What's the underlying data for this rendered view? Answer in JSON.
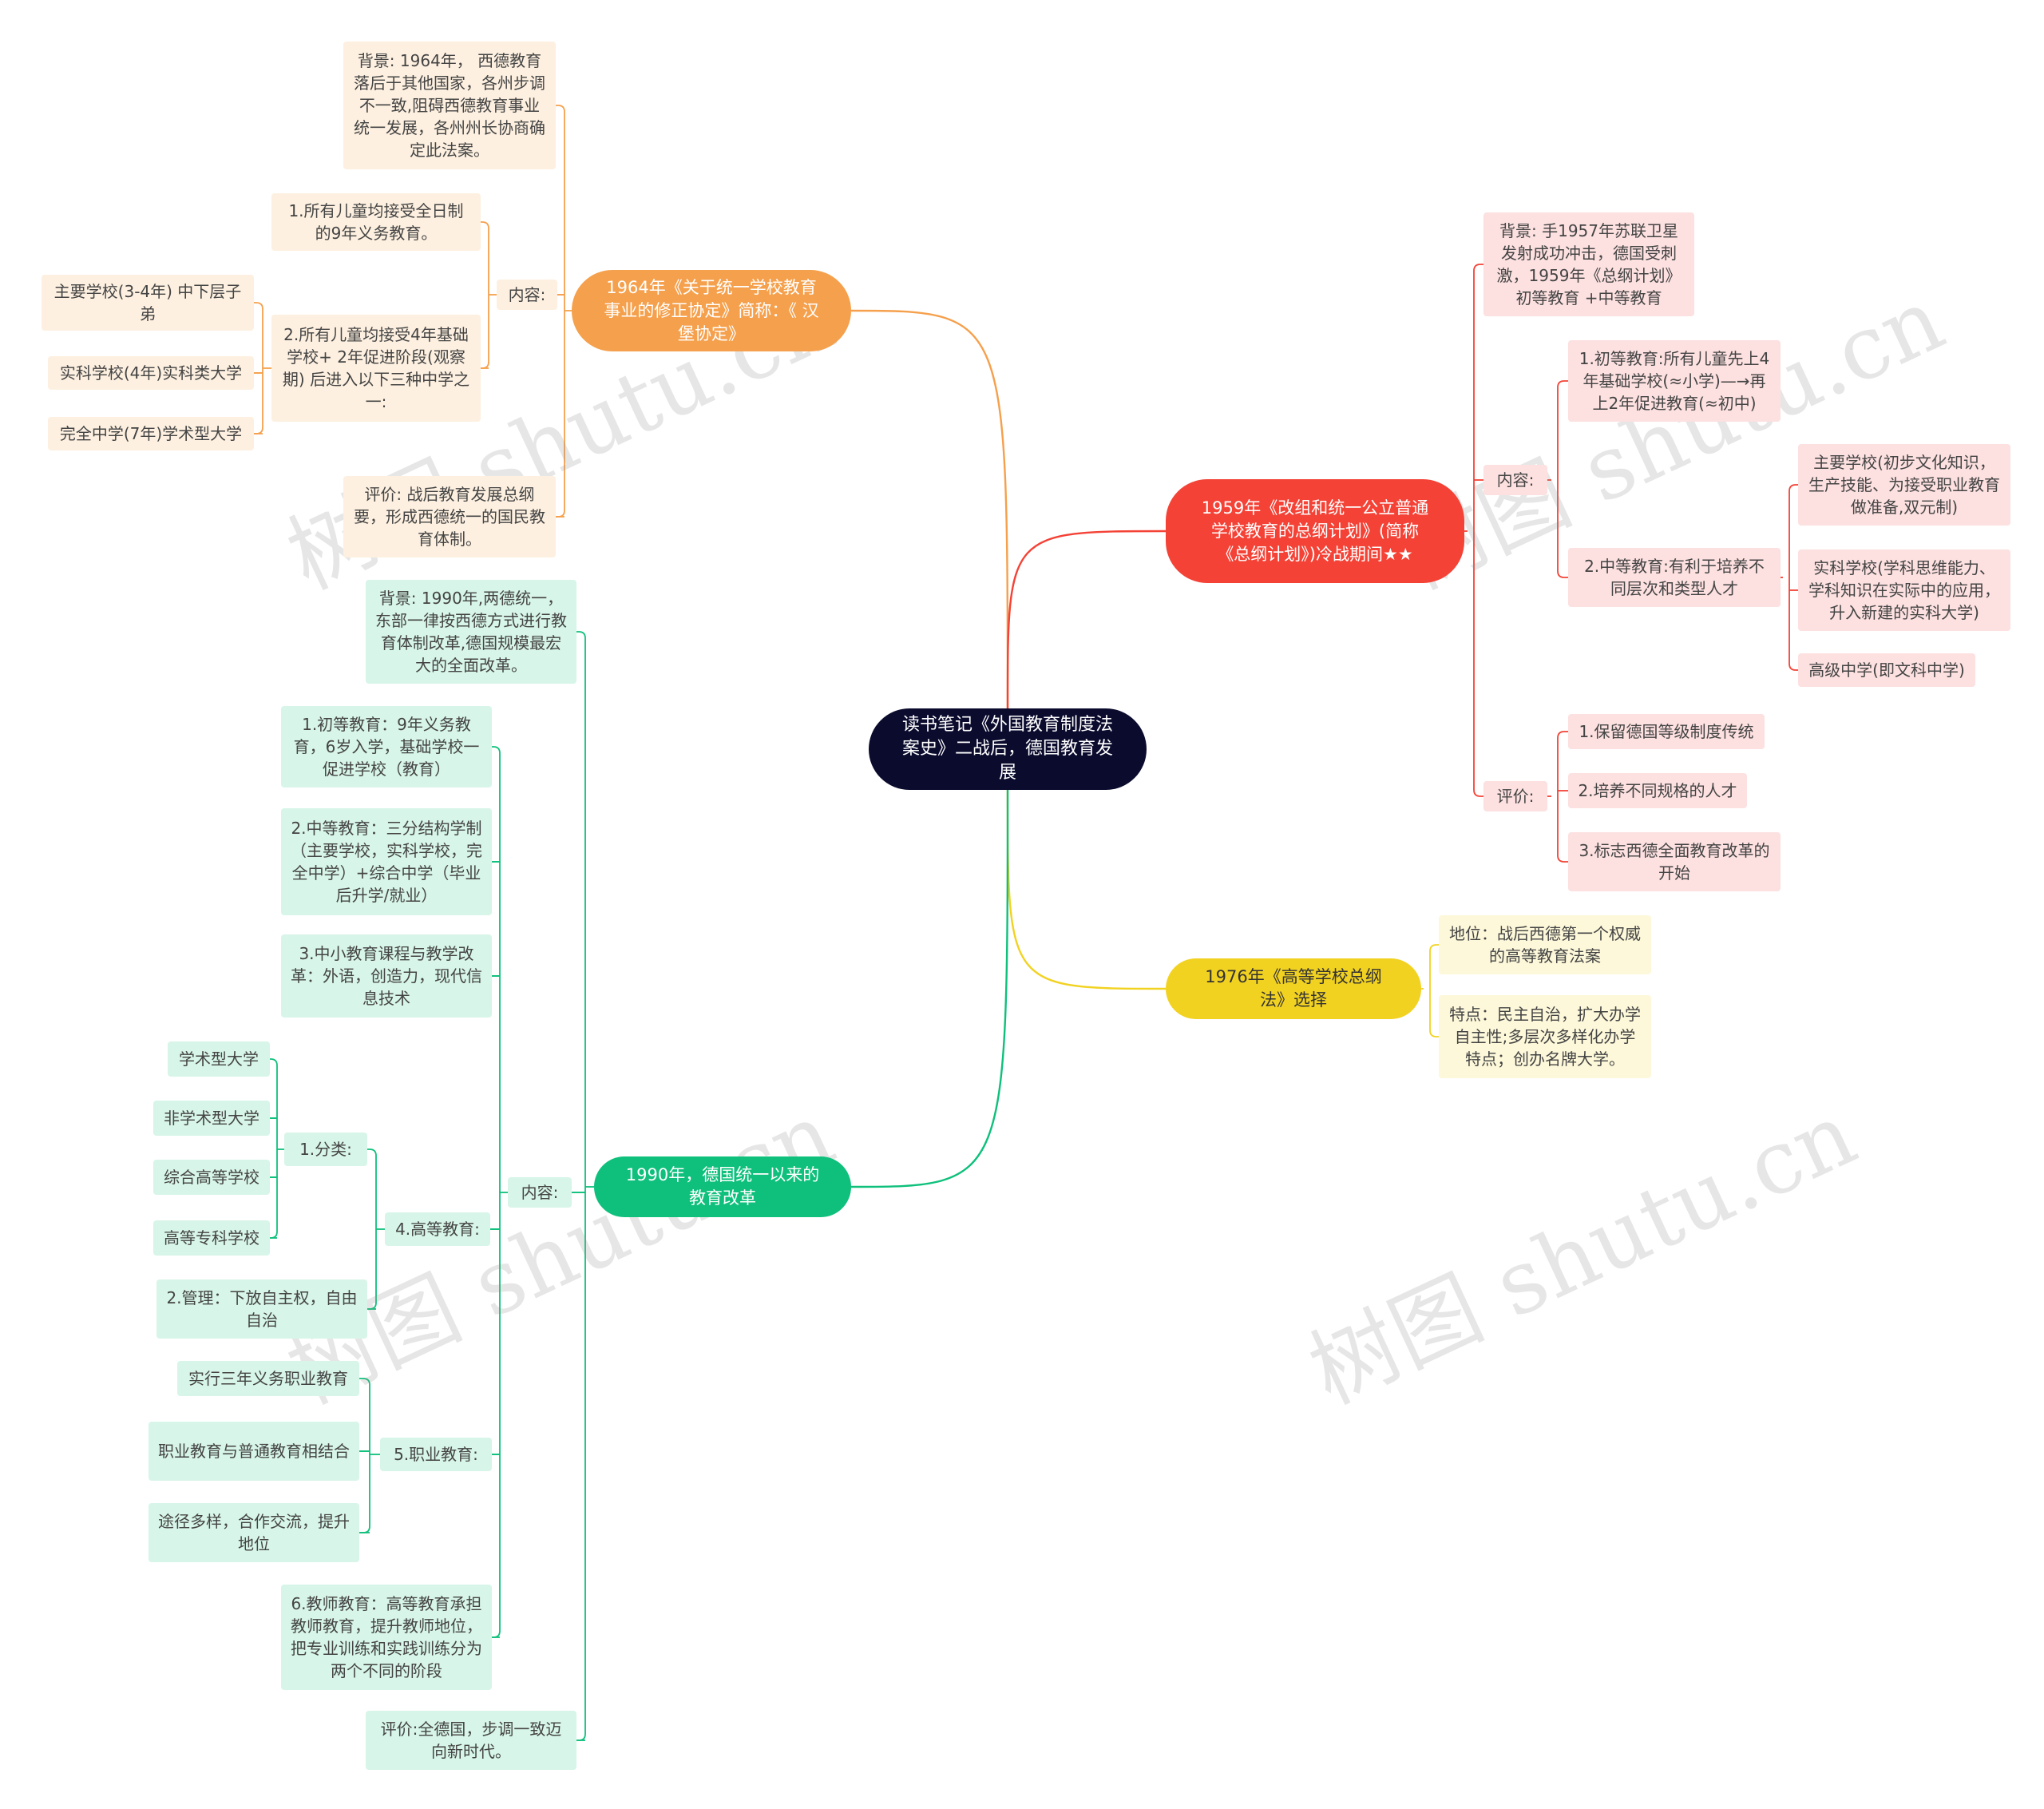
{
  "root": "读书笔记《外国教育制度法案史》二战后，德国教育发展",
  "colors": {
    "orange": "#f5a04c",
    "red": "#f44236",
    "yellow": "#f2d221",
    "green": "#0ec07b",
    "root": "#0b0b2e"
  },
  "b1964": {
    "title": "1964年《关于统一学校教育事业的修正协定》简称：《 汉堡协定》",
    "background": "背景: 1964年， 西德教育落后于其他国家，各州步调不一致,阻碍西德教育事业统一发展，各州州长协商确定此法案。",
    "content_label": "内容:",
    "item1": "1.所有儿童均接受全日制的9年义务教育。",
    "item2": "2.所有儿童均接受4年基础学校+ 2年促进阶段(观察期) 后进入以下三种中学之一:",
    "schools": [
      "主要学校(3-4年) 中下层子弟",
      "实科学校(4年)实科类大学",
      "完全中学(7年)学术型大学"
    ],
    "evaluation": "评价: 战后教育发展总纲要，形成西德统一的国民教育体制。"
  },
  "b1959": {
    "title": "1959年《改组和统一公立普通学校教育的总纲计划》(简称 《总纲计划》)冷战期间★★",
    "background": "背景: 手1957年苏联卫星发射成功冲击，德国受刺激，1959年《总纲计划》初等教育 +中等教育",
    "content_label": "内容:",
    "item1": "1.初等教育:所有儿童先上4年基础学校(≈小学)—→再 上2年促进教育(≈初中)",
    "item2": "2.中等教育:有利于培养不同层次和类型人才",
    "schools": [
      "主要学校(初步文化知识，生产技能、为接受职业教育做准备,双元制)",
      "实科学校(学科思维能力、学科知识在实际中的应用，升入新建的实科大学)",
      "高级中学(即文科中学)"
    ],
    "eval_label": "评价:",
    "evals": [
      "1.保留德国等级制度传统",
      "2.培养不同规格的人才",
      "3.标志西德全面教育改革的开始"
    ]
  },
  "b1976": {
    "title": "1976年《高等学校总纲法》选择",
    "status": "地位：战后西德第一个权威的高等教育法案",
    "features": "特点：民主自治，扩大办学自主性;多层次多样化办学特点；创办名牌大学。"
  },
  "b1990": {
    "title": "1990年，德国统一以来的教育改革",
    "background": "背景: 1990年,两德统一，东部一律按西德方式进行教育体制改革,德国规模最宏大的全面改革。",
    "content_label": "内容:",
    "item1": "1.初等教育：9年义务教育，6岁入学，基础学校一促进学校（教育）",
    "item2": "2.中等教育：三分结构学制（主要学校，实科学校，完全中学）+综合中学（毕业后升学/就业）",
    "item3": "3.中小教育课程与教学改革：外语，创造力，现代信息技术",
    "item4": "4.高等教育:",
    "class_label": "1.分类:",
    "classes": [
      "学术型大学",
      "非学术型大学",
      "综合高等学校",
      "高等专科学校"
    ],
    "management": "2.管理：下放自主权，自由自治",
    "item5": "5.职业教育:",
    "vocational": [
      "实行三年义务职业教育",
      "职业教育与普通教育相结合",
      "途径多样，合作交流，提升地位"
    ],
    "item6": "6.教师教育：高等教育承担教师教育，提升教师地位，把专业训练和实践训练分为两个不同的阶段",
    "evaluation": "评价:全德国，步调一致迈向新时代。"
  },
  "watermark": "树图 shutu.cn"
}
